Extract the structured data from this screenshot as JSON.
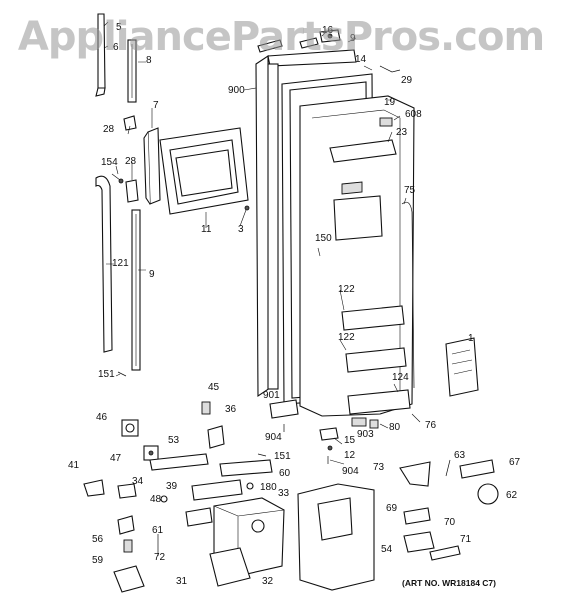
{
  "watermark": "AppliancePartsPros.com",
  "art_number": "(ART NO. WR18184 C7)",
  "callouts": [
    "1",
    "3",
    "5",
    "6",
    "7",
    "8",
    "9",
    "9",
    "11",
    "12",
    "14",
    "15",
    "16",
    "19",
    "23",
    "28",
    "28",
    "29",
    "31",
    "32",
    "33",
    "34",
    "36",
    "39",
    "41",
    "45",
    "46",
    "47",
    "48",
    "53",
    "54",
    "56",
    "59",
    "60",
    "61",
    "62",
    "63",
    "67",
    "69",
    "70",
    "71",
    "72",
    "73",
    "75",
    "76",
    "80",
    "121",
    "122",
    "122",
    "124",
    "150",
    "151",
    "151",
    "154",
    "180",
    "608",
    "900",
    "901",
    "903",
    "904",
    "904"
  ]
}
